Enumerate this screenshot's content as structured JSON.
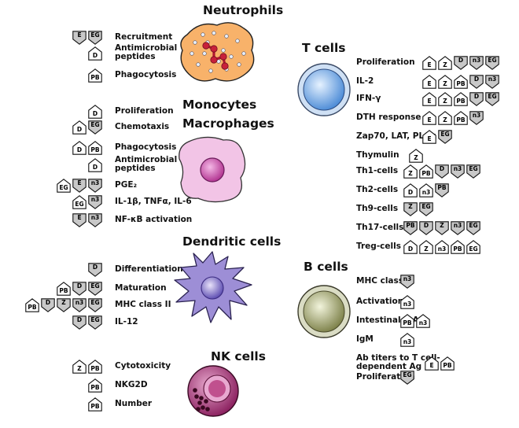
{
  "sections": [
    {
      "key": "neutrophils",
      "title": "Neutrophils",
      "rows": [
        {
          "label": "Recruitment",
          "badges": [
            [
              "E",
              "down"
            ],
            [
              "EG",
              "down"
            ]
          ]
        },
        {
          "label": "Antimicrobial\npeptides",
          "badges": [
            [
              "D",
              "up"
            ]
          ]
        },
        {
          "label": "Phagocytosis",
          "badges": [
            [
              "PB",
              "up"
            ]
          ]
        }
      ]
    },
    {
      "key": "monocytes",
      "title": "Monocytes",
      "title2": "Macrophages",
      "rows": [
        {
          "label": "Proliferation",
          "badges": [
            [
              "D",
              "up"
            ]
          ]
        },
        {
          "label": "Chemotaxis",
          "badges": [
            [
              "D",
              "up"
            ],
            [
              "EG",
              "down"
            ]
          ]
        },
        {
          "label": "Phagocytosis",
          "badges": [
            [
              "D",
              "up"
            ],
            [
              "PB",
              "up"
            ]
          ]
        },
        {
          "label": "Antimicrobial\npeptides",
          "badges": [
            [
              "D",
              "up"
            ]
          ]
        },
        {
          "label": "PGE₂",
          "badges": [
            [
              "EG",
              "up"
            ],
            [
              "E",
              "down"
            ],
            [
              "n3",
              "down"
            ]
          ]
        },
        {
          "label": "IL-1β, TNFα, IL-6",
          "badges": [
            [
              "EG",
              "up"
            ],
            [
              "n3",
              "down"
            ]
          ]
        },
        {
          "label": "NF-κB activation",
          "badges": [
            [
              "E",
              "down"
            ],
            [
              "n3",
              "down"
            ]
          ]
        }
      ]
    },
    {
      "key": "dendritic",
      "title": "Dendritic cells",
      "rows": [
        {
          "label": "Differentiation",
          "badges": [
            [
              "D",
              "down"
            ]
          ]
        },
        {
          "label": "Maturation",
          "badges": [
            [
              "PB",
              "up"
            ],
            [
              "D",
              "down"
            ],
            [
              "EG",
              "down"
            ]
          ]
        },
        {
          "label": "MHC class II",
          "badges": [
            [
              "PB",
              "up"
            ],
            [
              "D",
              "down"
            ],
            [
              "Z",
              "down"
            ],
            [
              "n3",
              "down"
            ],
            [
              "EG",
              "down"
            ]
          ]
        },
        {
          "label": "IL-12",
          "badges": [
            [
              "D",
              "down"
            ],
            [
              "EG",
              "down"
            ]
          ]
        }
      ]
    },
    {
      "key": "nk",
      "title": "NK cells",
      "rows": [
        {
          "label": "Cytotoxicity",
          "badges": [
            [
              "Z",
              "up"
            ],
            [
              "PB",
              "up"
            ]
          ]
        },
        {
          "label": "NKG2D",
          "badges": [
            [
              "PB",
              "up"
            ]
          ]
        },
        {
          "label": "Number",
          "badges": [
            [
              "PB",
              "up"
            ]
          ]
        }
      ]
    },
    {
      "key": "tcells",
      "title": "T cells",
      "rows": [
        {
          "label": "Proliferation",
          "badges": [
            [
              "E",
              "up"
            ],
            [
              "Z",
              "up"
            ],
            [
              "D",
              "down"
            ],
            [
              "n3",
              "down"
            ],
            [
              "EG",
              "down"
            ]
          ]
        },
        {
          "label": "IL-2",
          "badges": [
            [
              "E",
              "up"
            ],
            [
              "Z",
              "up"
            ],
            [
              "PB",
              "up"
            ],
            [
              "D",
              "down"
            ],
            [
              "n3",
              "down"
            ]
          ]
        },
        {
          "label": "IFN-γ",
          "badges": [
            [
              "E",
              "up"
            ],
            [
              "Z",
              "up"
            ],
            [
              "PB",
              "up"
            ],
            [
              "D",
              "down"
            ],
            [
              "EG",
              "down"
            ]
          ]
        },
        {
          "label": "DTH response",
          "badges": [
            [
              "E",
              "up"
            ],
            [
              "Z",
              "up"
            ],
            [
              "PB",
              "up"
            ],
            [
              "n3",
              "down"
            ]
          ]
        },
        {
          "label": "Zap70, LAT, PLCγ",
          "badges": [
            [
              "E",
              "up"
            ],
            [
              "EG",
              "down"
            ]
          ]
        },
        {
          "label": "Thymulin",
          "badges": [
            [
              "Z",
              "up"
            ]
          ]
        },
        {
          "label": "Th1-cells",
          "badges": [
            [
              "Z",
              "up"
            ],
            [
              "PB",
              "up"
            ],
            [
              "D",
              "down"
            ],
            [
              "n3",
              "down"
            ],
            [
              "EG",
              "down"
            ]
          ]
        },
        {
          "label": "Th2-cells",
          "badges": [
            [
              "D",
              "up"
            ],
            [
              "n3",
              "up"
            ],
            [
              "PB",
              "down"
            ]
          ]
        },
        {
          "label": "Th9-cells",
          "badges": [
            [
              "Z",
              "down"
            ],
            [
              "EG",
              "down"
            ]
          ]
        },
        {
          "label": "Th17-cells",
          "badges": [
            [
              "PB",
              "down"
            ],
            [
              "D",
              "down"
            ],
            [
              "Z",
              "down"
            ],
            [
              "n3",
              "down"
            ],
            [
              "EG",
              "down"
            ]
          ]
        },
        {
          "label": "Treg-cells",
          "badges": [
            [
              "D",
              "up"
            ],
            [
              "Z",
              "up"
            ],
            [
              "n3",
              "up"
            ],
            [
              "PB",
              "up"
            ],
            [
              "EG",
              "up"
            ]
          ]
        }
      ]
    },
    {
      "key": "bcells",
      "title": "B cells",
      "rows": [
        {
          "label": "MHC class II",
          "badges": [
            [
              "n3",
              "down"
            ]
          ]
        },
        {
          "label": "Activation",
          "badges": [
            [
              "n3",
              "up"
            ]
          ]
        },
        {
          "label": "Intestinal IgA",
          "badges": [
            [
              "PB",
              "up"
            ],
            [
              "n3",
              "up"
            ]
          ]
        },
        {
          "label": "IgM",
          "badges": [
            [
              "n3",
              "up"
            ]
          ]
        },
        {
          "label": "Ab titers to T cell-\ndependent Ag",
          "badges": [
            [
              "E",
              "up"
            ],
            [
              "PB",
              "up"
            ]
          ]
        },
        {
          "label": "Proliferation",
          "badges": [
            [
              "EG",
              "down"
            ]
          ]
        }
      ]
    }
  ],
  "colors": {
    "neutrophil_fill": "#f8b26a",
    "monocyte_fill": "#f2c4e6",
    "dendritic_fill": "#9d8ed6",
    "nk_fill": "#9a2f6a",
    "tcell_fill": "#9cc6f2",
    "bcell_fill": "#d3d6a6",
    "badge_up_fill": "#ffffff",
    "badge_down_fill": "#c8c8c8"
  }
}
